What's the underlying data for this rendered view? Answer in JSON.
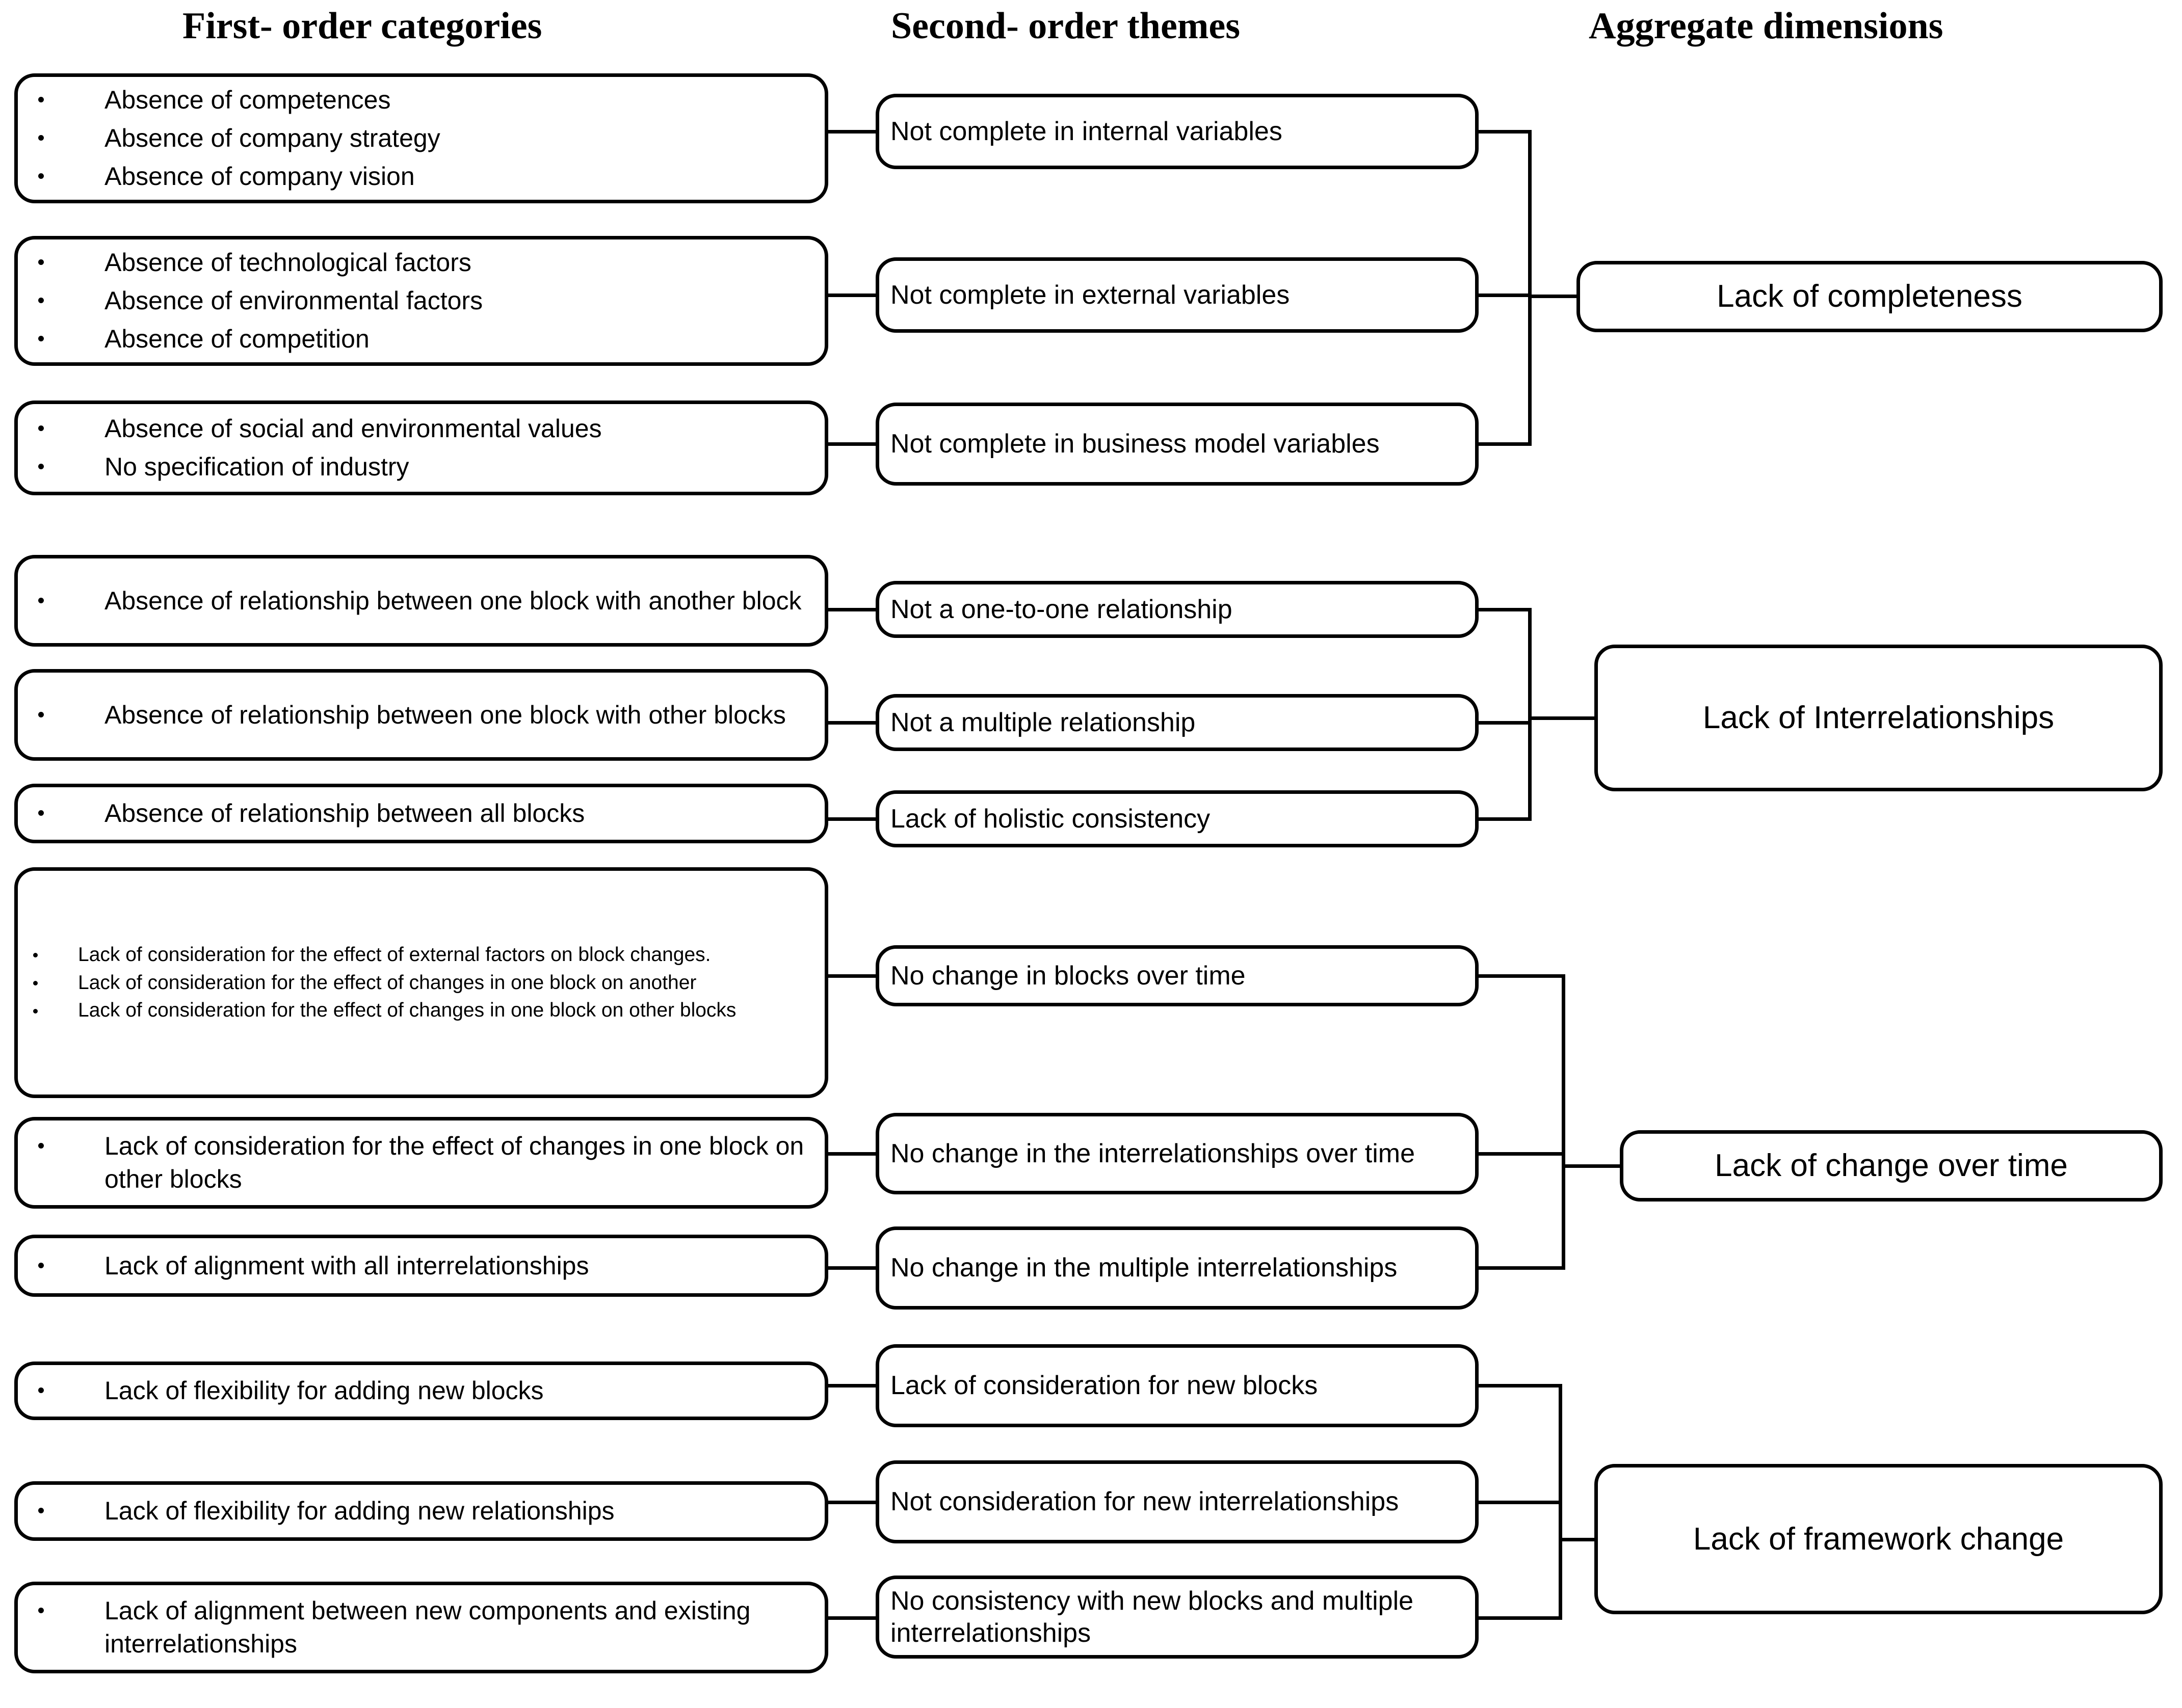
{
  "headers": {
    "col1": "First- order categories",
    "col2": "Second- order themes",
    "col3": "Aggregate dimensions"
  },
  "first_order": [
    {
      "id": "fo1",
      "bullets": [
        "Absence of competences",
        "Absence of company strategy",
        "Absence of company vision"
      ]
    },
    {
      "id": "fo2",
      "bullets": [
        "Absence of technological factors",
        "Absence of environmental factors",
        "Absence of competition"
      ]
    },
    {
      "id": "fo3",
      "bullets": [
        "Absence of social and environmental values",
        "No specification of industry"
      ]
    },
    {
      "id": "fo4",
      "bullets": [
        "Absence of relationship between one block with another block"
      ]
    },
    {
      "id": "fo5",
      "bullets": [
        "Absence of relationship between one block with other blocks"
      ]
    },
    {
      "id": "fo6",
      "bullets": [
        "Absence of relationship between all blocks"
      ]
    },
    {
      "id": "fo7",
      "bullets": [
        "Lack of consideration for the effect of external factors on block changes.",
        "Lack of consideration for the effect of changes in one block on another",
        "Lack of consideration for the effect of changes in one block on other blocks"
      ]
    },
    {
      "id": "fo8",
      "bullets": [
        "Lack of consideration for the effect of changes in one block on other blocks"
      ]
    },
    {
      "id": "fo9",
      "bullets": [
        "Lack of alignment with all interrelationships"
      ]
    },
    {
      "id": "fo10",
      "bullets": [
        "Lack of flexibility for adding new blocks"
      ]
    },
    {
      "id": "fo11",
      "bullets": [
        "Lack of flexibility for adding new relationships"
      ]
    },
    {
      "id": "fo12",
      "bullets": [
        "Lack of alignment between new components and existing interrelationships"
      ]
    }
  ],
  "second_order": [
    {
      "id": "so1",
      "label": "Not complete in internal variables"
    },
    {
      "id": "so2",
      "label": "Not complete in external variables"
    },
    {
      "id": "so3",
      "label": "Not complete in business model variables"
    },
    {
      "id": "so4",
      "label": "Not a one-to-one relationship"
    },
    {
      "id": "so5",
      "label": "Not a multiple relationship"
    },
    {
      "id": "so6",
      "label": "Lack of holistic consistency"
    },
    {
      "id": "so7",
      "label": "No change in blocks over time"
    },
    {
      "id": "so8",
      "label": "No change in the interrelationships over time"
    },
    {
      "id": "so9",
      "label": "No change in the multiple interrelationships"
    },
    {
      "id": "so10",
      "label": "Lack of consideration for new blocks"
    },
    {
      "id": "so11",
      "label": "Not consideration for new interrelationships"
    },
    {
      "id": "so12",
      "label": "No consistency with new blocks and multiple interrelationships"
    }
  ],
  "aggregate": [
    {
      "id": "ag1",
      "label": "Lack of completeness"
    },
    {
      "id": "ag2",
      "label": "Lack of Interrelationships"
    },
    {
      "id": "ag3",
      "label": "Lack of change over time"
    },
    {
      "id": "ag4",
      "label": "Lack of framework change"
    }
  ],
  "colors": {
    "stroke": "#000000",
    "background": "#ffffff"
  }
}
